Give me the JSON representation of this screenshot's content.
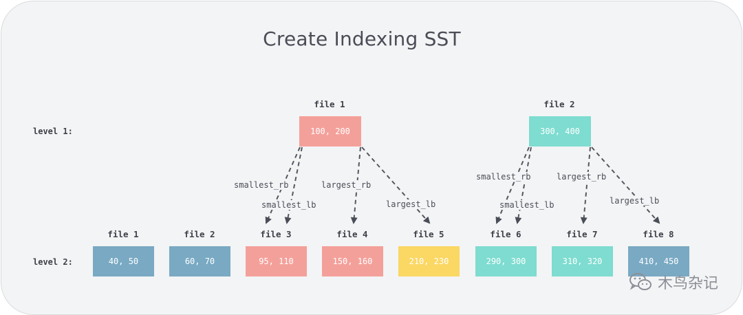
{
  "title": "Create Indexing SST",
  "levels": {
    "level1": "level 1:",
    "level2": "level 2:"
  },
  "level1_files": [
    {
      "name": "file 1",
      "range": "100, 200",
      "color": "#f4a09a"
    },
    {
      "name": "file 2",
      "range": "300, 400",
      "color": "#7edcd0"
    }
  ],
  "level2_files": [
    {
      "name": "file 1",
      "range": "40, 50",
      "color": "#79a9c3"
    },
    {
      "name": "file 2",
      "range": "60, 70",
      "color": "#79a9c3"
    },
    {
      "name": "file 3",
      "range": "95, 110",
      "color": "#f4a09a"
    },
    {
      "name": "file 4",
      "range": "150, 160",
      "color": "#f4a09a"
    },
    {
      "name": "file 5",
      "range": "210, 230",
      "color": "#fbd764"
    },
    {
      "name": "file 6",
      "range": "290, 300",
      "color": "#7edcd0"
    },
    {
      "name": "file 7",
      "range": "310, 320",
      "color": "#7edcd0"
    },
    {
      "name": "file 8",
      "range": "410, 450",
      "color": "#79a9c3"
    }
  ],
  "edges": {
    "e1": "smallest_rb",
    "e2": "smallest_lb",
    "e3": "largest_rb",
    "e4": "largest_lb",
    "e5": "smallest_rb",
    "e6": "smallest_lb",
    "e7": "largest_rb",
    "e8": "largest_lb"
  },
  "watermark": {
    "text": "木鸟杂记",
    "icon": "wechat-icon"
  }
}
